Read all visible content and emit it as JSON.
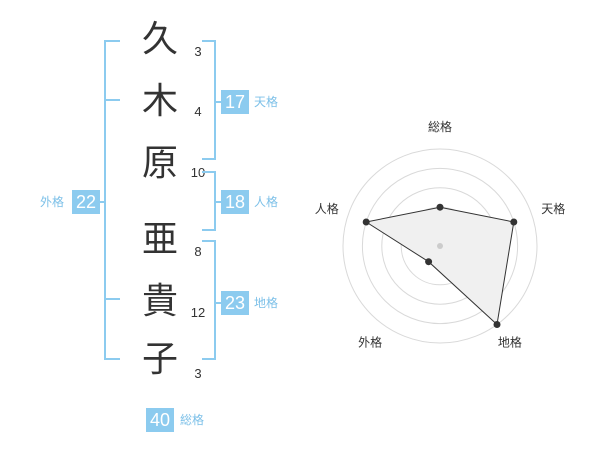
{
  "name": {
    "characters": [
      {
        "char": "久",
        "strokes": "3"
      },
      {
        "char": "木",
        "strokes": "4"
      },
      {
        "char": "原",
        "strokes": "10"
      },
      {
        "char": "亜",
        "strokes": "8"
      },
      {
        "char": "貴",
        "strokes": "12"
      },
      {
        "char": "子",
        "strokes": "3"
      }
    ]
  },
  "fortune": {
    "tenkaku": {
      "value": "17",
      "label": "天格"
    },
    "jinkaku": {
      "value": "18",
      "label": "人格"
    },
    "chikaku": {
      "value": "23",
      "label": "地格"
    },
    "gaikaku": {
      "value": "22",
      "label": "外格"
    },
    "soukaku": {
      "value": "40",
      "label": "総格"
    }
  },
  "colors": {
    "accent": "#8ccbef",
    "accent_text": "#7cc0e8",
    "polygon_fill": "#f0f0f0"
  },
  "chart_data": {
    "type": "radar",
    "axes": [
      "総格",
      "天格",
      "地格",
      "外格",
      "人格"
    ],
    "values": [
      2,
      4,
      5,
      1,
      4
    ],
    "max": 5
  }
}
